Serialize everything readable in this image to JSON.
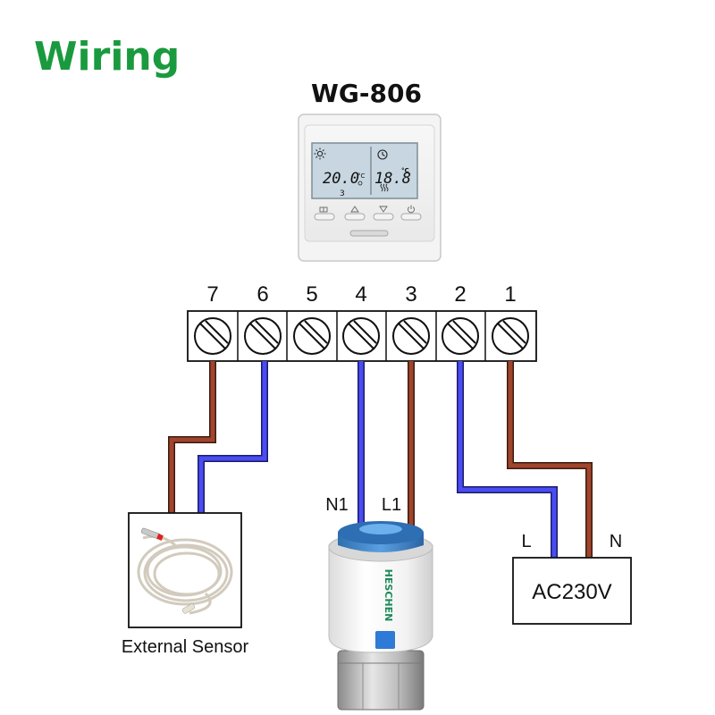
{
  "page": {
    "title": "Wiring",
    "model": "WG-806"
  },
  "thermostat": {
    "display": {
      "room_temp": "20.0",
      "room_unit": "°C",
      "set_temp": "18.8",
      "set_unit": "°C",
      "period": "3"
    }
  },
  "terminal_block": {
    "terminals": [
      "7",
      "6",
      "5",
      "4",
      "3",
      "2",
      "1"
    ]
  },
  "wires": {
    "brown_color": "#a0452c",
    "blue_color": "#4a4df2"
  },
  "actuator": {
    "brand": "HESCHEN",
    "neutral_label": "N1",
    "live_label": "L1"
  },
  "power": {
    "label": "AC230V",
    "live_label": "L",
    "neutral_label": "N"
  },
  "sensor": {
    "caption": "External Sensor"
  },
  "colors": {
    "title_green": "#1a9a3e",
    "lcd_bg": "#c7d6e0"
  }
}
